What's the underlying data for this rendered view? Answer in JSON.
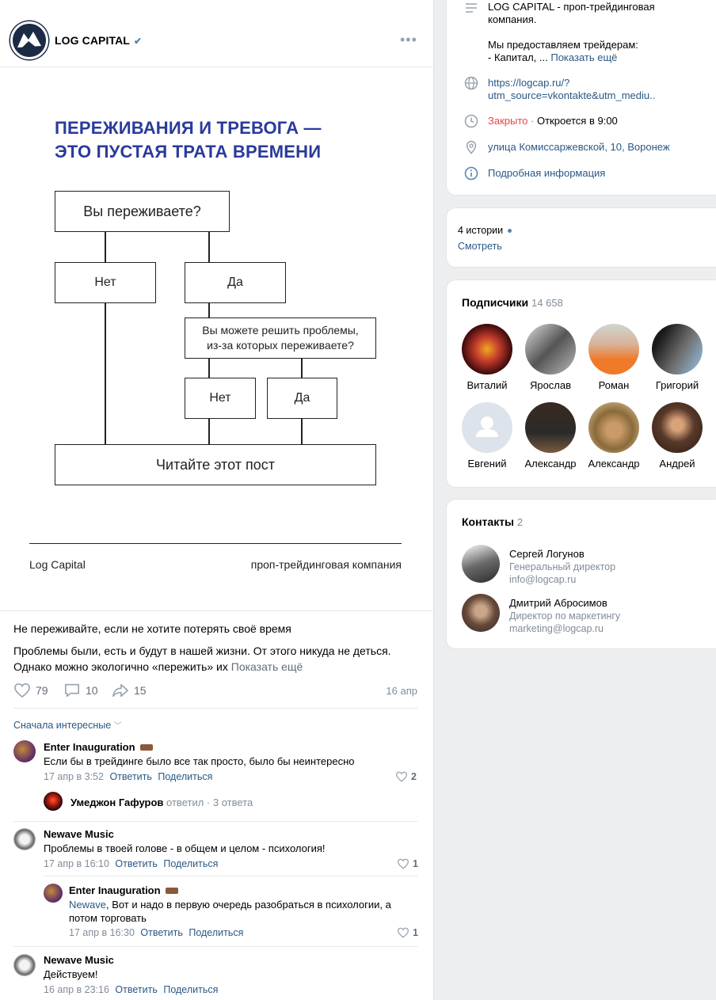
{
  "post": {
    "author": "LOG CAPITAL",
    "more_icon": "•••",
    "image": {
      "title_line1": "ПЕРЕЖИВАНИЯ И ТРЕВОГА —",
      "title_line2": "ЭТО ПУСТАЯ ТРАТА ВРЕМЕНИ",
      "q1": "Вы переживаете?",
      "no1": "Нет",
      "yes1": "Да",
      "q2_line1": "Вы можете решить проблемы,",
      "q2_line2": "из-за которых переживаете?",
      "no2": "Нет",
      "yes2": "Да",
      "result": "Читайте этот пост",
      "footer_left": "Log Capital",
      "footer_right": "проп-трейдинговая компания"
    },
    "text_line1": "Не переживайте, если не хотите потерять своё время",
    "text_line2": "Проблемы были, есть и будут в нашей жизни. От этого никуда не деться.",
    "text_line3": "Однако можно экологично «пережить» их",
    "show_more": "Показать ещё",
    "likes": "79",
    "comments": "10",
    "shares": "15",
    "date": "16 апр"
  },
  "comments": {
    "sort_label": "Сначала интересные",
    "items": [
      {
        "name": "Enter Inauguration",
        "text": "Если бы в трейдинге было все так просто, было бы неинтересно",
        "time": "17 апр в 3:52",
        "reply": "Ответить",
        "share": "Поделиться",
        "likes": "2"
      },
      {
        "name": "Newave Music",
        "text": "Проблемы в твоей голове - в общем и целом - психология!",
        "time": "17 апр в 16:10",
        "reply": "Ответить",
        "share": "Поделиться",
        "likes": "1"
      },
      {
        "name": "Enter Inauguration",
        "mention": "Newave",
        "text_line1": ", Вот и надо в первую очередь разобраться в психологии, а",
        "text_line2": "потом торговать",
        "time": "17 апр в 16:30",
        "reply": "Ответить",
        "share": "Поделиться",
        "likes": "1"
      },
      {
        "name": "Newave Music",
        "text": "Действуем!",
        "time": "16 апр в 23:16",
        "reply": "Ответить",
        "share": "Поделиться"
      }
    ],
    "thread": {
      "name": "Умеджон Гафуров",
      "action": "ответил",
      "sep": "·",
      "count": "3 ответа"
    }
  },
  "info": {
    "description_line1": "LOG CAPITAL - проп-трейдинговая",
    "description_line2": "компания.",
    "description_line3": "Мы предоставляем трейдерам:",
    "description_line4": "- Капитал, ...",
    "show_more": "Показать ещё",
    "link_line1": "https://logcap.ru/?",
    "link_line2": "utm_source=vkontakte&utm_mediu..",
    "status_closed": "Закрыто",
    "status_sep": "·",
    "status_open": "Откроется в 9:00",
    "address": "улица Комиссаржевской, 10, Воронеж",
    "details": "Подробная информация"
  },
  "stories": {
    "count": "4 истории",
    "watch": "Смотреть"
  },
  "members": {
    "title": "Подписчики",
    "count": "14 658",
    "list": [
      "Виталий",
      "Ярослав",
      "Роман",
      "Григорий",
      "Евгений",
      "Александр",
      "Александр",
      "Андрей"
    ]
  },
  "contacts": {
    "title": "Контакты",
    "count": "2",
    "list": [
      {
        "name": "Сергей Логунов",
        "role": "Генеральный директор",
        "email": "info@logcap.ru"
      },
      {
        "name": "Дмитрий Абросимов",
        "role": "Директор по маркетингу",
        "email": "marketing@logcap.ru"
      }
    ]
  },
  "colors": {
    "accent": "#2a5885",
    "closed": "#e64646",
    "title_blue": "#2a3a9c"
  }
}
